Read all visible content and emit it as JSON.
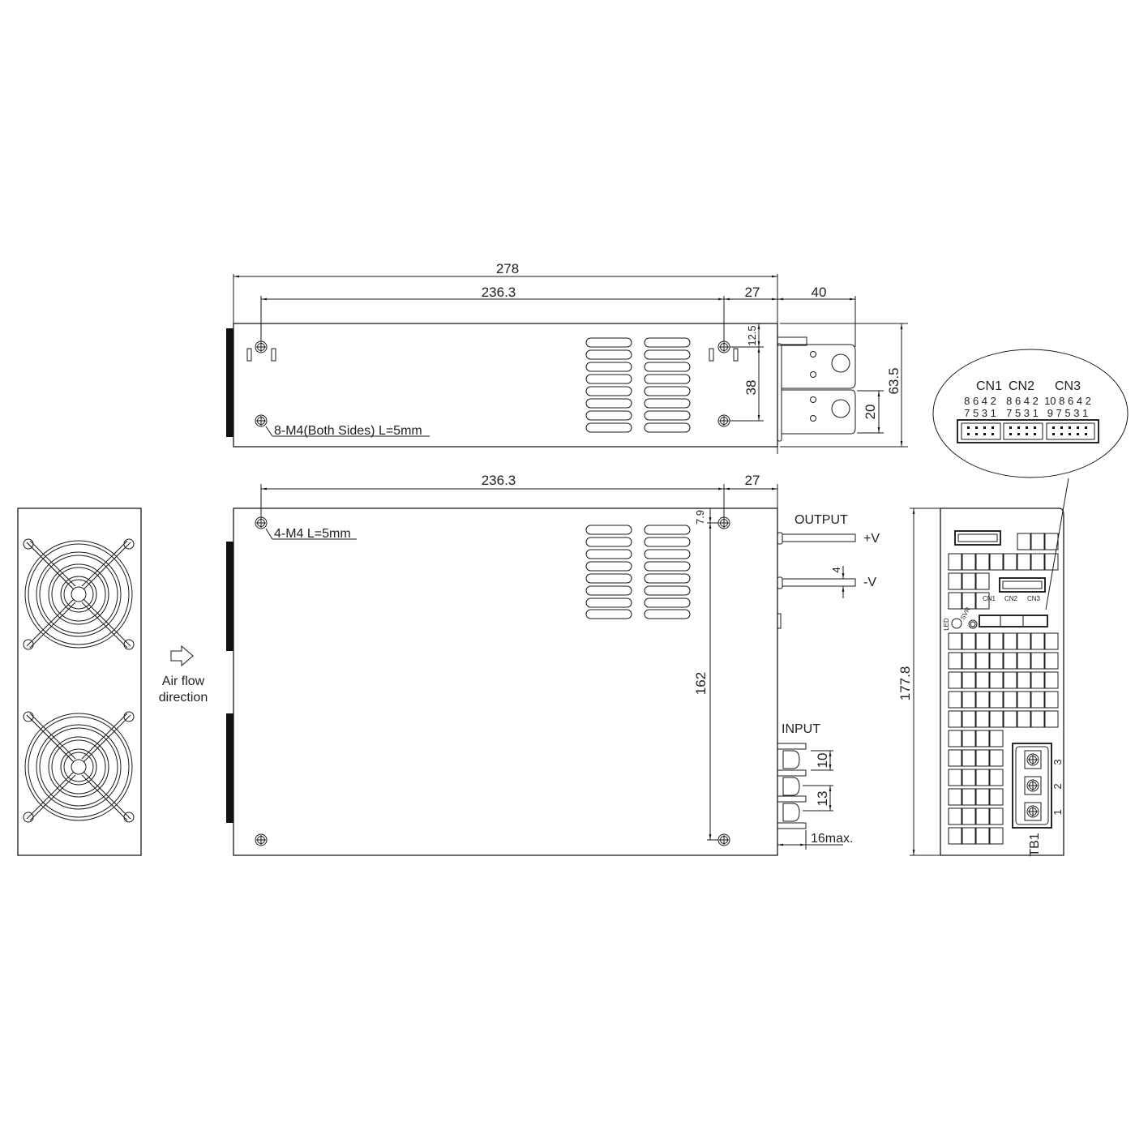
{
  "drawing": {
    "title": "Mechanical specification drawing",
    "units": "mm",
    "background": "#ffffff",
    "line_color": "#1a1a1a"
  },
  "top_view": {
    "dim_overall_length": "278",
    "dim_mount_span": "236.3",
    "dim_mount_to_end": "27",
    "dim_terminal_protrusion": "40",
    "dim_height": "63.5",
    "dim_top_hole_offset": "12.5",
    "dim_hole_spacing": "38",
    "dim_terminal_width": "20",
    "mounting_note": "8-M4(Both Sides) L=5mm"
  },
  "side_view": {
    "dim_mount_span": "236.3",
    "dim_mount_to_end": "27",
    "dim_top_hole_offset": "7.9",
    "dim_hole_spacing": "162",
    "mounting_note": "4-M4 L=5mm",
    "output_label": "OUTPUT",
    "output_pos": "+V",
    "output_neg": "-V",
    "dim_busbar_thickness": "4",
    "input_label": "INPUT",
    "dim_input_pitch_a": "10",
    "dim_input_pitch_b": "13",
    "dim_input_protrusion": "16max."
  },
  "fan_view": {
    "airflow_label_line1": "Air flow",
    "airflow_label_line2": "direction",
    "fan_count": 2
  },
  "end_view": {
    "dim_height": "177.8",
    "led_label": "LED",
    "svr_label": "SVR",
    "connectors": [
      "CN1",
      "CN2",
      "CN3"
    ],
    "terminal_block": "TB1",
    "terminal_pins": [
      "1",
      "2",
      "3"
    ]
  },
  "connector_detail": {
    "cn1": {
      "label": "CN1",
      "top_pins": "8 6 4 2",
      "bottom_pins": "7 5 3 1"
    },
    "cn2": {
      "label": "CN2",
      "top_pins": "8 6 4 2",
      "bottom_pins": "7 5 3 1"
    },
    "cn3": {
      "label": "CN3",
      "top_pins": "10 8 6 4 2",
      "bottom_pins": "9 7 5 3 1"
    }
  }
}
